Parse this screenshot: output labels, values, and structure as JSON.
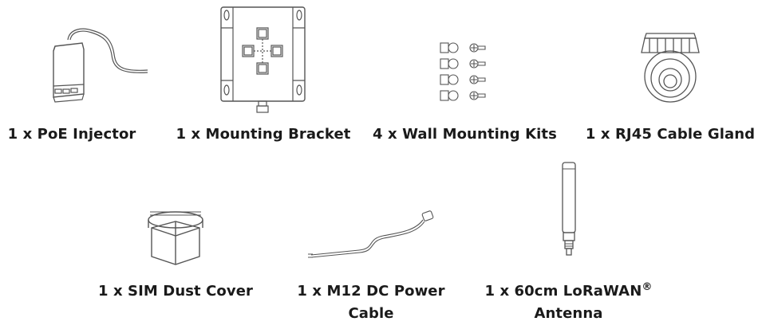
{
  "items": [
    {
      "id": "poe-injector",
      "label": "1 x PoE Injector"
    },
    {
      "id": "mounting-bracket",
      "label": "1 x Mounting Bracket"
    },
    {
      "id": "wall-mounting-kits",
      "label": "4 x Wall Mounting Kits"
    },
    {
      "id": "rj45-cable-gland",
      "label": "1 x RJ45 Cable Gland"
    },
    {
      "id": "sim-dust-cover",
      "label": "1 x SIM Dust Cover"
    },
    {
      "id": "m12-dc-power-cable",
      "label_line1": "1 x M12 DC Power",
      "label_line2": "Cable"
    },
    {
      "id": "lorawan-antenna",
      "label_line1": "1 x 60cm LoRaWAN",
      "label_mark": "®",
      "label_line2": "Antenna"
    }
  ]
}
